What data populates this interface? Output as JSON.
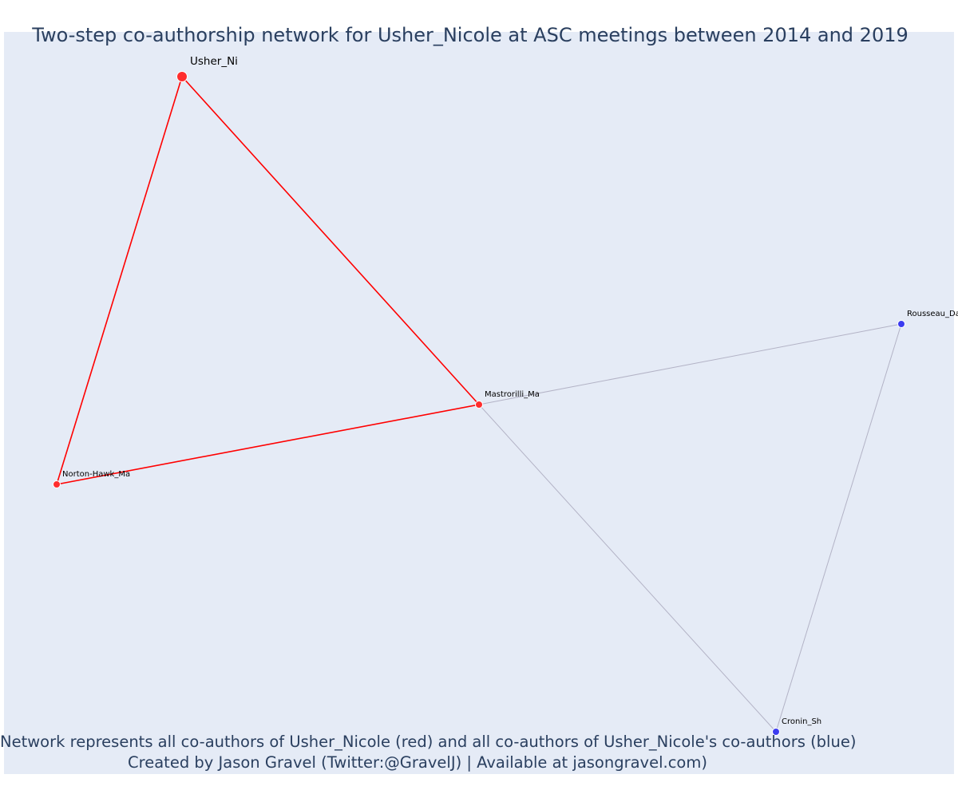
{
  "title": "Two-step co-authorship network for Usher_Nicole at ASC meetings between 2014 and 2019",
  "caption": {
    "line1": "Network represents all co-authors of Usher_Nicole (red) and all co-authors of Usher_Nicole's co-authors (blue)",
    "line2": "Created by Jason Gravel (Twitter:@GravelJ) | Available at jasongravel.com)"
  },
  "colors": {
    "background": "#e5ebf6",
    "focal": "#ff2d2d",
    "coauthor": "#ff2d2d",
    "second_step": "#3b3bf0",
    "edge_direct": "#ff0000",
    "edge_indirect": "#b3b3c6",
    "text": "#2a3f5f"
  },
  "nodes": [
    {
      "id": "usher",
      "label": "Usher_Ni",
      "group": "focal"
    },
    {
      "id": "mastrorilli",
      "label": "Mastrorilli_Ma",
      "group": "coauthor"
    },
    {
      "id": "norton",
      "label": "Norton-Hawk_Ma",
      "group": "coauthor"
    },
    {
      "id": "rousseau",
      "label": "Rousseau_Da",
      "group": "second_step"
    },
    {
      "id": "cronin",
      "label": "Cronin_Sh",
      "group": "second_step"
    }
  ],
  "edges": [
    {
      "source": "usher",
      "target": "mastrorilli",
      "type": "direct"
    },
    {
      "source": "usher",
      "target": "norton",
      "type": "direct"
    },
    {
      "source": "norton",
      "target": "mastrorilli",
      "type": "direct"
    },
    {
      "source": "mastrorilli",
      "target": "rousseau",
      "type": "indirect"
    },
    {
      "source": "mastrorilli",
      "target": "cronin",
      "type": "indirect"
    },
    {
      "source": "rousseau",
      "target": "cronin",
      "type": "indirect"
    }
  ]
}
